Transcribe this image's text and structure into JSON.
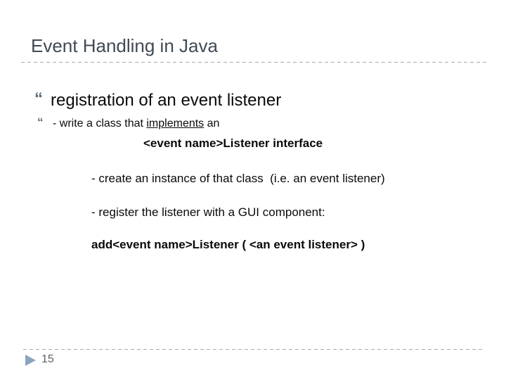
{
  "slide": {
    "title": "Event Handling in Java",
    "bullet_glyph": "“",
    "content": {
      "bullet1": "registration of an event listener",
      "bullet2_pre": "- write a class that ",
      "bullet2_underline": "implements",
      "bullet2_post": " an",
      "interface_line": "<event name>Listener interface",
      "create_line": "- create an instance of that class  (i.e. an event listener)",
      "register_line": "- register the listener with a GUI component:",
      "add_line": "add<event name>Listener ( <an event listener> )"
    },
    "footer": {
      "page_number": "15"
    },
    "colors": {
      "title": "#404a54",
      "body_text": "#0a0a0a",
      "bullet_glyph": "#5f6b78",
      "dashed_line": "#a6acb1",
      "footer_triangle": "#8aa5bf",
      "page_number": "#5b6268"
    }
  }
}
